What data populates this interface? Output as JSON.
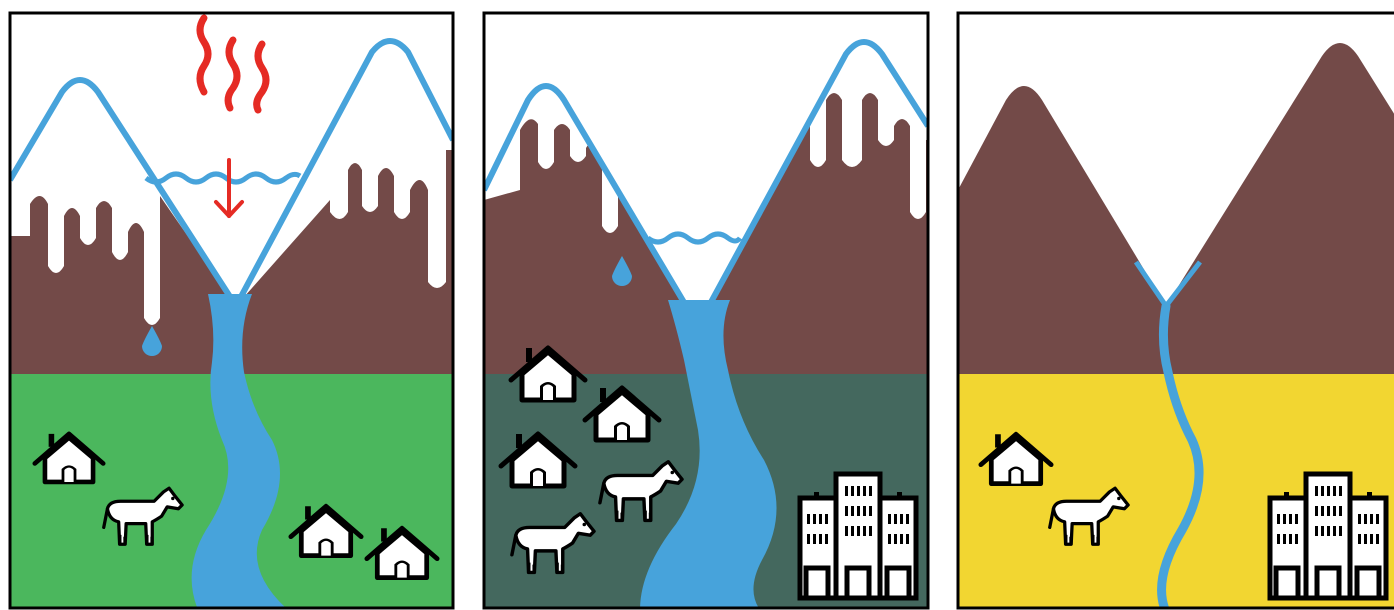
{
  "figure": {
    "panels": [
      {
        "id": "panel-1",
        "ground_color": "#4bb75d",
        "snow_level": "high",
        "glacier_lake": true,
        "heat_arrow": true,
        "water_drop": true,
        "houses": 3,
        "animals": 1,
        "buildings": 0
      },
      {
        "id": "panel-2",
        "ground_color": "#44685e",
        "snow_level": "medium",
        "glacier_lake": true,
        "heat_arrow": false,
        "water_drop": true,
        "houses": 3,
        "animals": 2,
        "buildings": 1
      },
      {
        "id": "panel-3",
        "ground_color": "#f2d631",
        "snow_level": "none",
        "glacier_lake": false,
        "heat_arrow": false,
        "water_drop": false,
        "houses": 1,
        "animals": 1,
        "buildings": 1
      }
    ],
    "colors": {
      "mountain": "#734a48",
      "water": "#47a3db",
      "heat": "#e52b24",
      "snow": "#ffffff",
      "outline": "#000000"
    },
    "icons": [
      "heat-waves-icon",
      "down-arrow-icon",
      "water-drop-icon",
      "house-icon",
      "animal-icon",
      "building-icon"
    ]
  }
}
